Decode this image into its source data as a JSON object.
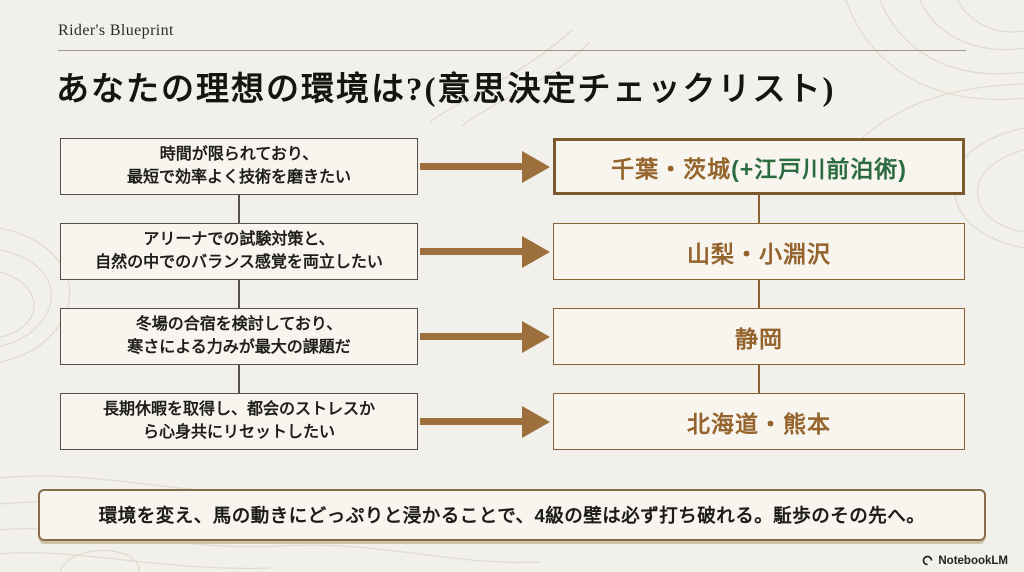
{
  "header": {
    "brand": "Rider's Blueprint",
    "title": "あなたの理想の環境は?(意思決定チェックリスト)"
  },
  "rows": [
    {
      "condition_line1": "時間が限られており、",
      "condition_line2": "最短で効率よく技術を磨きたい",
      "result_main": "千葉・茨城",
      "result_extra": "(+江戸川前泊術)"
    },
    {
      "condition_line1": "アリーナでの試験対策と、",
      "condition_line2": "自然の中でのバランス感覚を両立したい",
      "result_main": "山梨・小淵沢",
      "result_extra": ""
    },
    {
      "condition_line1": "冬場の合宿を検討しており、",
      "condition_line2": "寒さによる力みが最大の課題だ",
      "result_main": "静岡",
      "result_extra": ""
    },
    {
      "condition_line1": "長期休暇を取得し、都会のストレスか",
      "condition_line2": "ら心身共にリセットしたい",
      "result_main": "北海道・熊本",
      "result_extra": ""
    }
  ],
  "conclusion": {
    "text": "環境を変え、馬の動きにどっぷりと浸かることで、4級の壁は必ず打ち破れる。駈歩のその先へ。"
  },
  "footer": {
    "credit": "NotebookLM"
  },
  "colors": {
    "accent_brown": "#8a6134",
    "arrow_brown": "#9c6f3c",
    "result_text_brown": "#95642d",
    "highlight_green": "#2b6b3f",
    "background": "#f2f0ea"
  }
}
